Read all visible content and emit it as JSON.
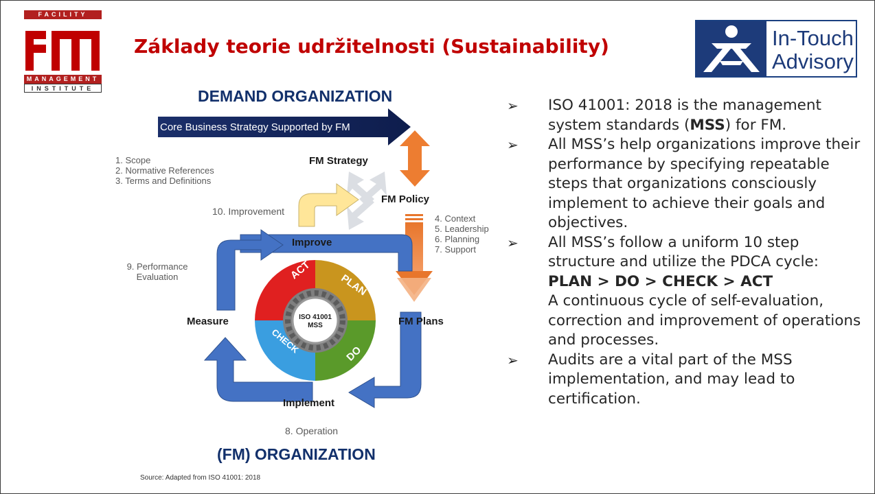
{
  "header": {
    "title": "Základy teorie udržitelnosti (Sustainability)",
    "logo_left": {
      "top_band": "FACILITY",
      "mark": "FM",
      "mid_band": "MANAGEMENT",
      "bottom_band": "INSTITUTE"
    },
    "logo_right": {
      "line1": "In-Touch",
      "line2": "Advisory"
    }
  },
  "diagram": {
    "top_heading": "DEMAND ORGANIZATION",
    "bottom_heading": "(FM) ORGANIZATION",
    "core_arrow": "Core Business Strategy Supported by FM",
    "clauses_1_3": "1. Scope\n2. Normative References\n3. Terms and Definitions",
    "clauses_4_7": "4. Context\n5. Leadership\n6. Planning\n7. Support",
    "improvement": "10. Improvement",
    "performance": "9. Performance\nEvaluation",
    "operation": "8. Operation",
    "nodes": {
      "fm_strategy": "FM Strategy",
      "fm_policy": "FM Policy",
      "improve": "Improve",
      "measure": "Measure",
      "fm_plans": "FM Plans",
      "implement": "Implement"
    },
    "pdca": {
      "plan": "PLAN",
      "do": "DO",
      "check": "CHECK",
      "act": "ACT",
      "center_line1": "ISO 41001",
      "center_line2": "MSS"
    },
    "source": "Source: Adapted from ISO 41001: 2018"
  },
  "bullets": {
    "b1_pre": "ISO 41001: 2018 is the management system standards (",
    "b1_bold": "MSS",
    "b1_post": ") for FM.",
    "b2": "All MSS’s help organizations improve their performance by specifying repeatable steps that organizations consciously implement to achieve their goals and objectives.",
    "b3": "All MSS’s follow a uniform 10 step structure and utilize the PDCA cycle:",
    "b3_bold": "PLAN > DO > CHECK > ACT",
    "b3_cont": "A continuous cycle of self-evaluation, correction and improvement of operations and processes.",
    "b4": "Audits are a vital part of the MSS implementation, and may lead to certification."
  },
  "colors": {
    "title": "#c00000",
    "navy": "#12306b",
    "blue_arrow": "#4472c4",
    "orange_arrow": "#ed7d31",
    "act": "#e02020",
    "plan": "#c9951e",
    "do": "#5a9a2a",
    "check": "#3a9ee0"
  }
}
